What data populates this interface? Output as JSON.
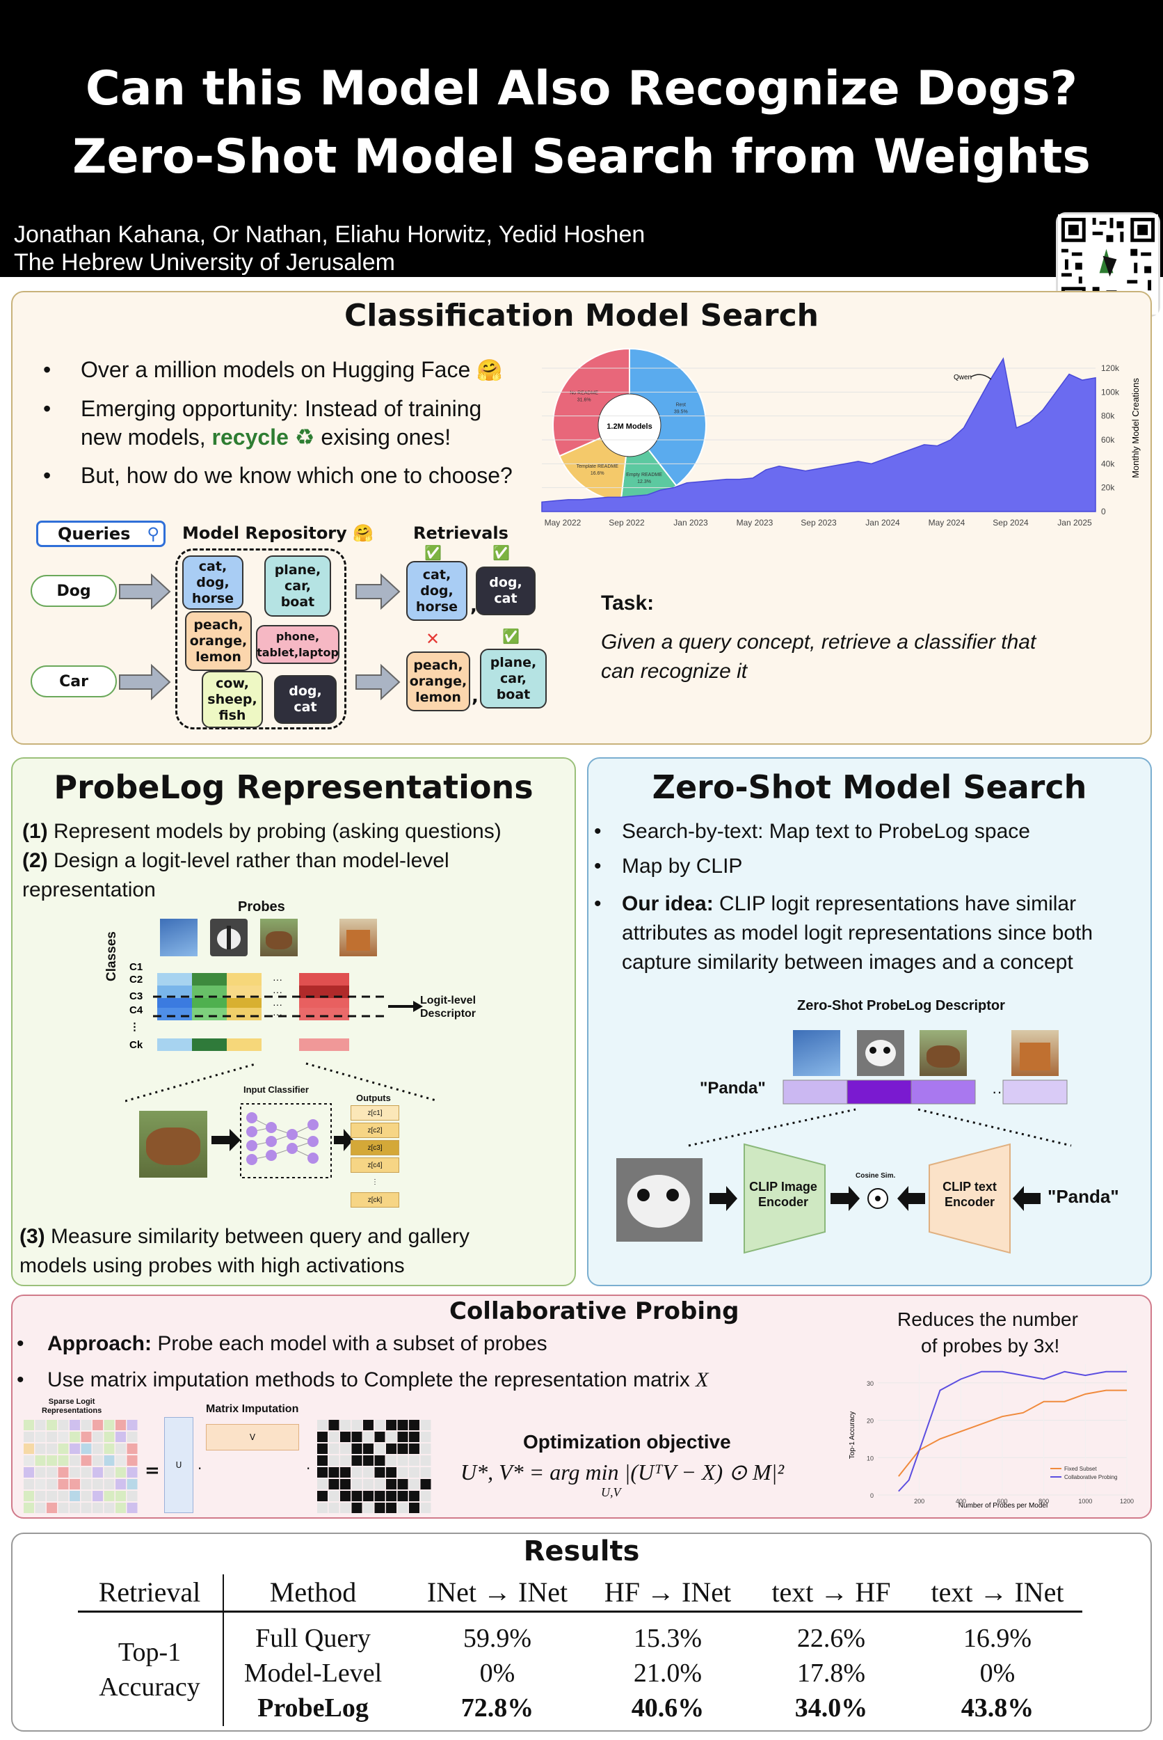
{
  "header": {
    "title_line1": "Can this Model Also Recognize Dogs?",
    "title_line2": "Zero-Shot Model Search from Weights",
    "authors": "Jonathan Kahana, Or Nathan, Eliahu Horwitz, Yedid Hoshen",
    "affiliation": "The Hebrew University of Jerusalem"
  },
  "search_panel": {
    "title": "Classification Model Search",
    "bullets": [
      "Over a million models on Hugging Face",
      "Emerging opportunity: Instead of training",
      "new models,",
      "recycle",
      "exising ones!",
      "But, how do we know which one to choose?"
    ],
    "queries_label": "Queries",
    "repo_label": "Model Repository",
    "retrievals_label": "Retrievals",
    "query_dog": "Dog",
    "query_car": "Car",
    "repo_boxes": [
      "cat,\ndog,\nhorse",
      "plane,\ncar,\nboat",
      "peach,\norange,\nlemon",
      "phone,\ntablet,laptop",
      "cow,\nsheep,\nfish",
      "dog,\ncat"
    ],
    "retrieval_boxes": [
      "cat,\ndog,\nhorse",
      "dog,\ncat",
      "peach,\norange,\nlemon",
      "plane,\ncar,\nboat"
    ],
    "retrieval_marks": [
      "✅",
      "✅",
      "✕",
      "✅"
    ],
    "task_label": "Task:",
    "task_text_1": "Given a query concept, retrieve a classifier that",
    "task_text_2": "can recognize it",
    "pie": {
      "center": "1.2M Models",
      "slices": [
        {
          "label": "No README",
          "value": "31.6%",
          "share": 31.6,
          "color": "#e8677a"
        },
        {
          "label": "Rest",
          "value": "39.5%",
          "share": 39.5,
          "color": "#5aabee"
        },
        {
          "label": "Empty README",
          "value": "12.3%",
          "share": 12.3,
          "color": "#5cc9a0"
        },
        {
          "label": "Template README",
          "value": "16.6%",
          "share": 16.6,
          "color": "#f4c96a"
        }
      ]
    },
    "area_chart": {
      "annotation": "Qwen",
      "ylabel": "Monthly Model Creations",
      "yticks": [
        "120k",
        "100k",
        "80k",
        "60k",
        "40k",
        "20k",
        "0"
      ],
      "xticks": [
        "May 2022",
        "Sep 2022",
        "Jan 2023",
        "May 2023",
        "Sep 2023",
        "Jan 2024",
        "May 2024",
        "Sep 2024",
        "Jan 2025"
      ]
    }
  },
  "probelog_panel": {
    "title": "ProbeLog Representations",
    "p1_num": "(1)",
    "p1": " Represent models by probing (asking questions)",
    "p2_num": "(2)",
    "p2a": " Design a logit-level rather than model-level",
    "p2b": "representation",
    "probes_label": "Probes",
    "classes_label": "Classes",
    "class_rows": [
      "C1",
      "C2",
      "C3",
      "C4",
      "⋮",
      "Ck"
    ],
    "descriptor_label": "Logit-level\nDescriptor",
    "input_classifier": "Input Classifier",
    "outputs_label": "Outputs",
    "outputs": [
      "z[c1]",
      "z[c2]",
      "z[c3]",
      "z[c4]",
      "⋮",
      "z[ck]"
    ],
    "p3_num": "(3)",
    "p3a": " Measure similarity between query and gallery",
    "p3b": "models using probes with high activations"
  },
  "zeroshot_panel": {
    "title": "Zero-Shot Model Search",
    "b1": "Search-by-text: Map text to ProbeLog space",
    "b2": "Map by CLIP",
    "b3_bold": "Our idea:",
    "b3a": " CLIP logit representations have similar",
    "b3b": "attributes as model logit representations since both",
    "b3c": "capture similarity between images and a concept",
    "descriptor_title": "Zero-Shot ProbeLog Descriptor",
    "panda_quote": "\"Panda\"",
    "clip_image": "CLIP Image\nEncoder",
    "clip_text": "CLIP text\nEncoder",
    "cosine": "Cosine Sim.",
    "panda_right": "\"Panda\""
  },
  "collab_panel": {
    "title": "Collaborative Probing",
    "b1_bold": "Approach:",
    "b1": " Probe each model with a subset of probes",
    "b2": "Use matrix imputation methods to Complete the representation matrix",
    "b2_var": "X",
    "sparse_label": "Sparse Logit\nRepresentations",
    "imputation_label": "Matrix Imputation",
    "u_label": "U",
    "v_label": "V",
    "opt_title": "Optimization objective",
    "opt_formula": "U*, V* = arg min |(UᵀV − X) ⊙ M|²",
    "opt_sub": "U,V",
    "chart_caption_1": "Reduces the number",
    "chart_caption_2": "of probes by 3x!",
    "chart_data": {
      "type": "line",
      "xlabel": "Number of Probes per Model",
      "ylabel": "Top-1 Accuracy",
      "xlim": [
        0,
        1200
      ],
      "ylim": [
        0,
        35
      ],
      "xticks": [
        200,
        400,
        600,
        800,
        1000,
        1200
      ],
      "yticks": [
        0,
        10,
        20,
        30
      ],
      "series": [
        {
          "name": "Fixed Subset",
          "color": "#f08a3c",
          "x": [
            100,
            200,
            300,
            400,
            500,
            600,
            700,
            800,
            900,
            1000,
            1100,
            1200
          ],
          "y": [
            5,
            12,
            15,
            17,
            19,
            21,
            22,
            25,
            25,
            27,
            28,
            28
          ]
        },
        {
          "name": "Collaborative Probing",
          "color": "#5b4de0",
          "x": [
            100,
            150,
            200,
            300,
            400,
            500,
            600,
            700,
            800,
            900,
            1000,
            1100,
            1200
          ],
          "y": [
            1,
            4,
            12,
            28,
            31,
            33,
            33,
            32,
            31,
            33,
            32,
            33,
            33
          ]
        }
      ]
    }
  },
  "results": {
    "title": "Results",
    "headers": [
      "Retrieval",
      "Method",
      "INet → INet",
      "HF → INet",
      "text → HF",
      "text → INet"
    ],
    "row_label_1": "Top-1",
    "row_label_2": "Accuracy",
    "rows": [
      {
        "method": "Full Query",
        "values": [
          "59.9%",
          "15.3%",
          "22.6%",
          "16.9%"
        ]
      },
      {
        "method": "Model-Level",
        "values": [
          "0%",
          "21.0%",
          "17.8%",
          "0%"
        ]
      },
      {
        "method": "ProbeLog",
        "values": [
          "72.8%",
          "40.6%",
          "34.0%",
          "43.8%"
        ]
      }
    ]
  }
}
